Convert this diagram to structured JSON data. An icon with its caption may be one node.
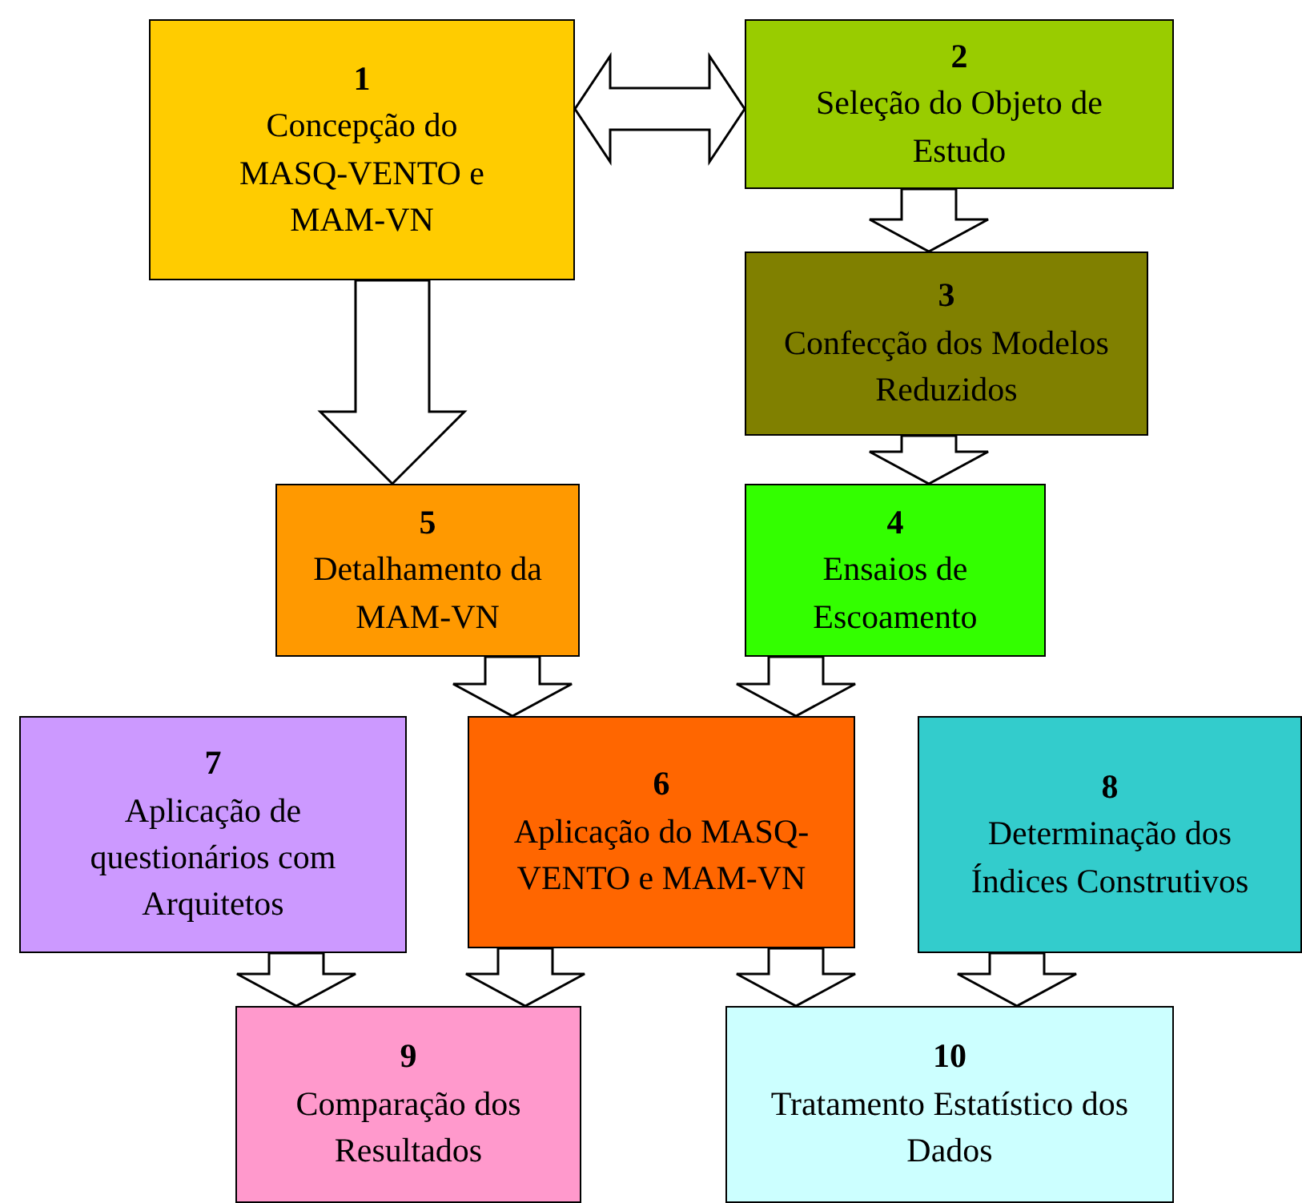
{
  "diagram": {
    "nodes": [
      {
        "text": [
          "1",
          "Concepção do MASQ-VENTO e MAM-VN"
        ]
      },
      {
        "text": [
          "2",
          "Seleção do Objeto de Estudo"
        ]
      },
      {
        "text": [
          "3",
          "Confecção dos Modelos Reduzidos"
        ]
      },
      {
        "text": [
          "5",
          "Detalhamento da MAM-VN"
        ]
      },
      {
        "text": [
          "4",
          "Ensaios de Escoamento"
        ]
      },
      {
        "text": [
          "7",
          "Aplicação de questionários com Arquitetos"
        ]
      },
      {
        "text": [
          "6",
          "Aplicação do MASQ-VENTO e MAM-VN"
        ]
      },
      {
        "text": [
          "8",
          "Determinação dos Índices Construtivos"
        ]
      },
      {
        "text": [
          "9",
          "Comparação dos Resultados"
        ]
      },
      {
        "text": [
          "10",
          "Tratamento Estatístico dos Dados"
        ]
      }
    ],
    "edges": [
      {
        "from": 0,
        "to": 1,
        "arrow": "both"
      },
      {
        "from": 1,
        "to": 2,
        "arrow": "to"
      },
      {
        "from": 0,
        "to": 3,
        "arrow": "to",
        "style": "thick"
      },
      {
        "from": 2,
        "to": 4,
        "arrow": "to"
      },
      {
        "from": 3,
        "to": 6,
        "arrow": "to"
      },
      {
        "from": 4,
        "to": 6,
        "arrow": "to"
      },
      {
        "from": 5,
        "to": 8,
        "arrow": "to"
      },
      {
        "from": 6,
        "to": 8,
        "arrow": "to"
      },
      {
        "from": 6,
        "to": 9,
        "arrow": "to"
      },
      {
        "from": 7,
        "to": 9,
        "arrow": "to"
      }
    ]
  }
}
